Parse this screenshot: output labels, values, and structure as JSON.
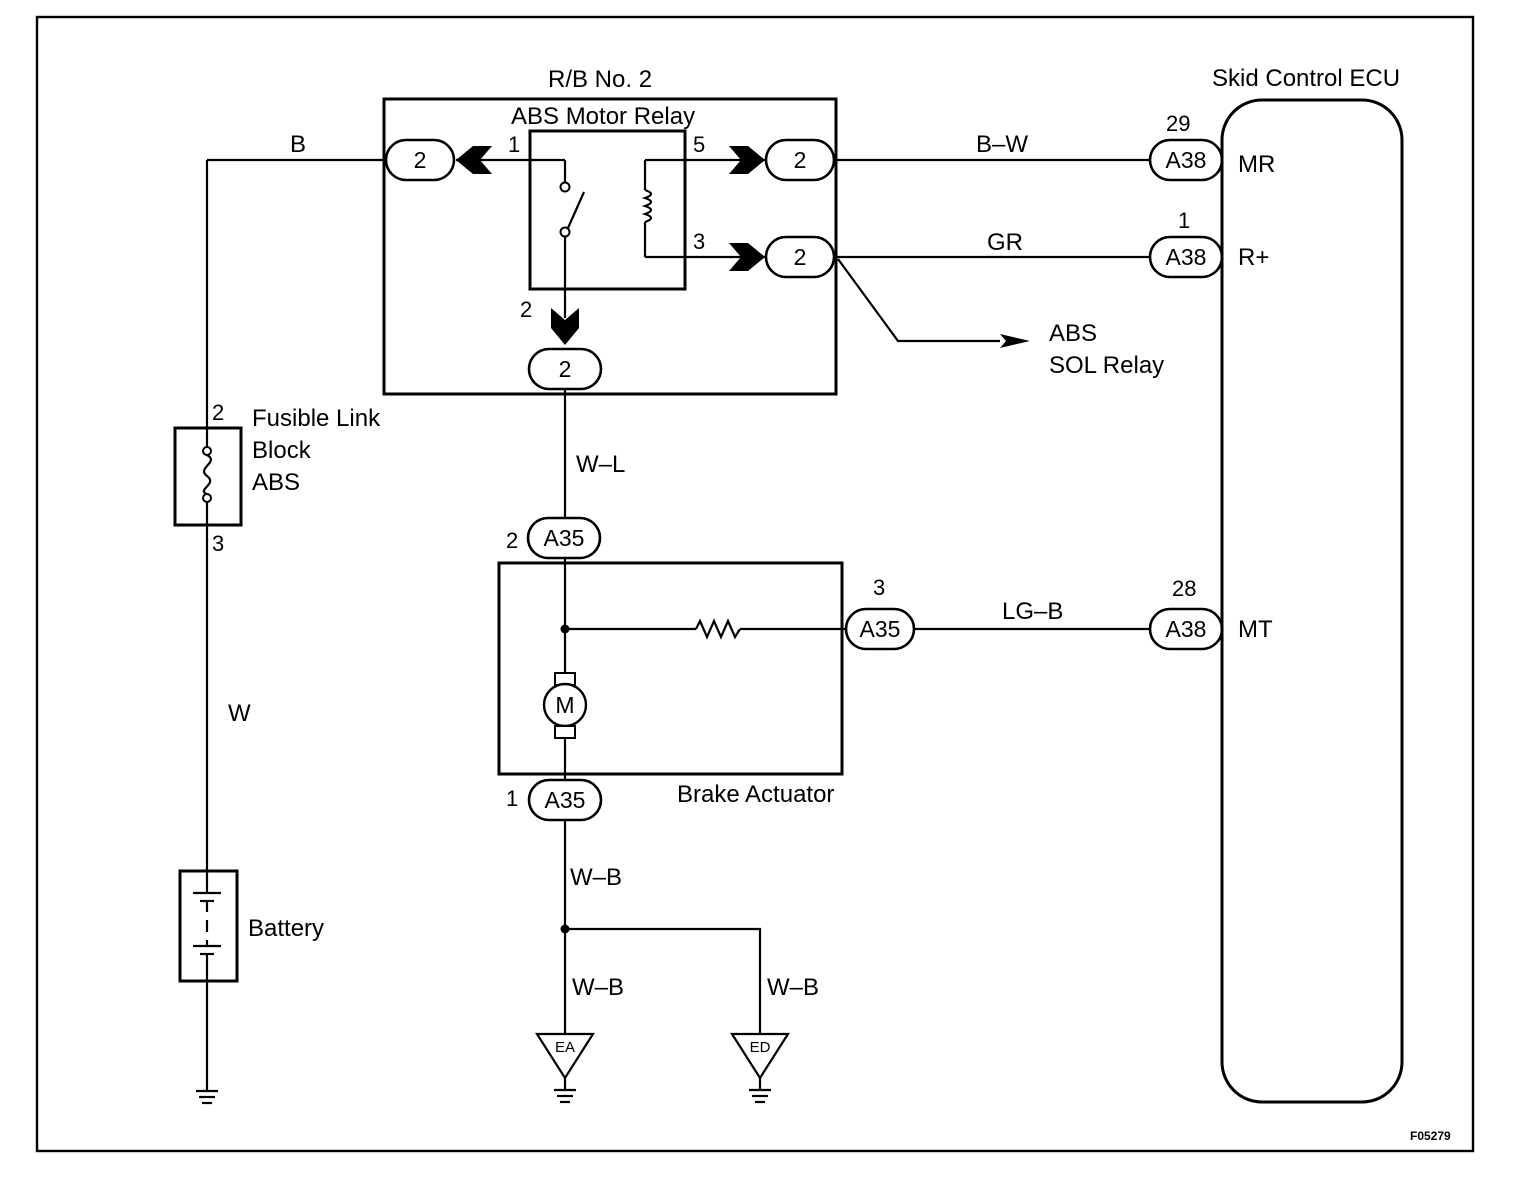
{
  "diagram_id": "F05279",
  "components": {
    "rb_title": "R/B No. 2",
    "relay_title": "ABS Motor Relay",
    "ecu_title": "Skid Control ECU",
    "fusible_link": [
      "Fusible Link",
      "Block",
      "ABS"
    ],
    "battery": "Battery",
    "brake_actuator": "Brake Actuator",
    "sol_relay": [
      "ABS",
      "SOL Relay"
    ],
    "motor": "M"
  },
  "wires": {
    "b": "B",
    "w": "W",
    "b_w": "B–W",
    "gr": "GR",
    "w_l": "W–L",
    "lg_b": "LG–B",
    "w_b": "W–B"
  },
  "connectors": {
    "rb": "2",
    "a38": "A38",
    "a35": "A35"
  },
  "pins": {
    "relay_1": "1",
    "relay_5": "5",
    "relay_3": "3",
    "relay_2": "2",
    "fuse_in": "2",
    "fuse_out": "3",
    "a38_mr": "29",
    "a38_rplus": "1",
    "a38_mt": "28",
    "a35_2": "2",
    "a35_3": "3",
    "a35_1": "1"
  },
  "ecu_terminals": {
    "mr": "MR",
    "rplus": "R+",
    "mt": "MT"
  },
  "grounds": {
    "ea": "EA",
    "ed": "ED"
  }
}
